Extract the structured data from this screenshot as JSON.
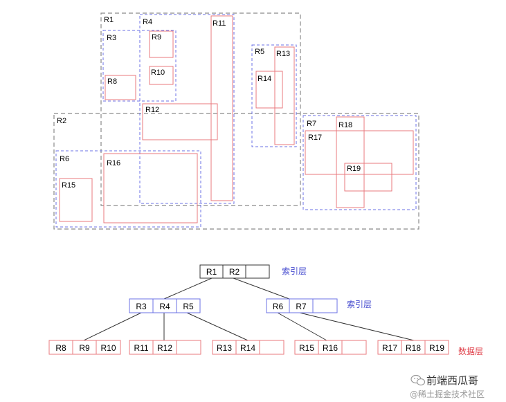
{
  "regions": {
    "R1": "R1",
    "R2": "R2",
    "R3": "R3",
    "R4": "R4",
    "R5": "R5",
    "R6": "R6",
    "R7": "R7",
    "R8": "R8",
    "R9": "R9",
    "R10": "R10",
    "R11": "R11",
    "R12": "R12",
    "R13": "R13",
    "R14": "R14",
    "R15": "R15",
    "R16": "R16",
    "R17": "R17",
    "R18": "R18",
    "R19": "R19"
  },
  "tree": {
    "root": [
      "R1",
      "R2",
      ""
    ],
    "level1_left": [
      "R3",
      "R4",
      "R5"
    ],
    "level1_right": [
      "R6",
      "R7",
      ""
    ],
    "leaf_1": [
      "R8",
      "R9",
      "R10"
    ],
    "leaf_2": [
      "R11",
      "R12",
      ""
    ],
    "leaf_3": [
      "R13",
      "R14",
      ""
    ],
    "leaf_4": [
      "R15",
      "R16",
      ""
    ],
    "leaf_5": [
      "R17",
      "R18",
      "R19"
    ]
  },
  "layer_labels": {
    "index_top": "索引层",
    "index_mid": "索引层",
    "data": "数据层"
  },
  "watermark": {
    "name": "前端西瓜哥",
    "source": "@稀土掘金技术社区"
  },
  "colors": {
    "gray": "#8a8a8a",
    "blue": "#6b72e6",
    "red": "#e8787e",
    "black": "#333333"
  }
}
